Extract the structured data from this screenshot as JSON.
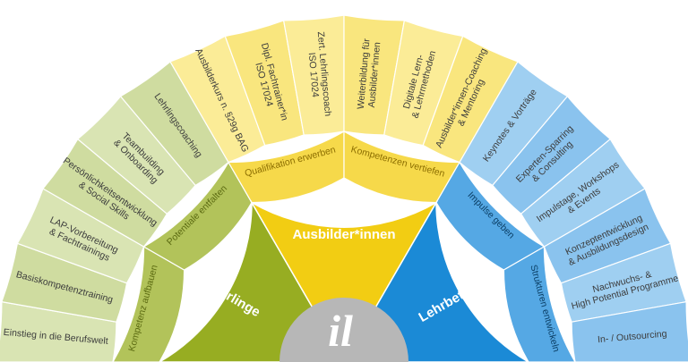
{
  "logo_text": "il",
  "colors": {
    "green_main": "#97ad22",
    "green_sub": "#b2c35a",
    "green_outer_a": "#cfdca0",
    "green_outer_b": "#d9e4b3",
    "yellow_main": "#f2cd13",
    "yellow_sub": "#f6d94a",
    "yellow_outer_a": "#f9e67e",
    "yellow_outer_b": "#fbec97",
    "blue_main": "#1b8ad6",
    "blue_sub": "#55a8e4",
    "blue_outer_a": "#8ac3ee",
    "blue_outer_b": "#9fcff1",
    "center": "#b7b7b7",
    "sub_text_green": "#5c6b12",
    "sub_text_yellow": "#8c6e00",
    "sub_text_blue": "#0b3f66"
  },
  "groups": [
    {
      "key": "green",
      "label": "Lehrlinge",
      "subgroups": [
        {
          "label": "Kompetenz aufbauen",
          "items": [
            "Einstieg in die Berufswelt",
            "Basiskompetenztraining",
            "LAP-Vorbereitung\n& Fachtrainings"
          ]
        },
        {
          "label": "Potentiale entfalten",
          "items": [
            "Persönlichkeitsentwicklung\n& Social Skills",
            "Teambuilding\n& Onboarding",
            "Lehrlingscoaching"
          ]
        }
      ]
    },
    {
      "key": "yellow",
      "label": "Ausbilder*innen",
      "subgroups": [
        {
          "label": "Qualifikation erwerben",
          "items": [
            "Ausbilderkurs n. §29g BAG",
            "Dipl. Fachtrainer*in\nISO 17024",
            "Zert. Lehrlingscoach\nISO 17024"
          ]
        },
        {
          "label": "Kompetenzen vertiefen",
          "items": [
            "Weiterbildung für\nAusbilder*innen",
            "Digitale Lern-\n& Lehrmethoden",
            "Ausbilder*innen-Coaching\n& Mentoring"
          ]
        }
      ]
    },
    {
      "key": "blue",
      "label": "Lehrbetriebe",
      "subgroups": [
        {
          "label": "Impulse geben",
          "items": [
            "Keynotes & Vorträge",
            "Experten-Sparring\n& Consulting",
            "Impulstage, Workshops\n& Events"
          ]
        },
        {
          "label": "Strukturen entwickeln",
          "items": [
            "Konzeptentwicklung\n& Ausbildungsdesign",
            "Nachwuchs- &\nHigh Potential Programme",
            "In- / Outsourcing"
          ]
        }
      ]
    }
  ]
}
